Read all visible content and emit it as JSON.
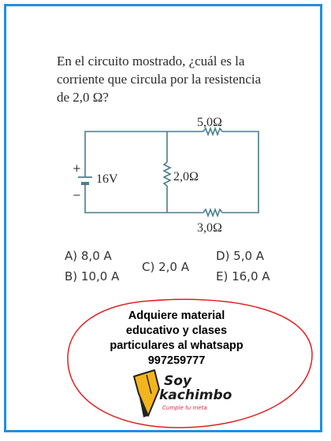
{
  "question": {
    "line1": "En el circuito mostrado, ¿cuál es la",
    "line2": "corriente que circula por la resistencia",
    "line3": "de 2,0 Ω?"
  },
  "circuit": {
    "r_top": "5,0Ω",
    "r_middle": "2,0Ω",
    "r_bottom": "3,0Ω",
    "battery": "16V",
    "plus": "+",
    "minus": "−"
  },
  "options": {
    "a": "A)  8,0 A",
    "b": "B)  10,0 A",
    "c": "C)  2,0 A",
    "d": "D)  5,0 A",
    "e": "E)  16,0 A"
  },
  "promo": {
    "line1": "Adquiere material",
    "line2": "educativo y clases",
    "line3": "particulares al whatsapp",
    "line4": "997259777"
  },
  "brand": {
    "soy": "Soy",
    "name": "kachimbo",
    "slogan": "Cumple tu meta"
  },
  "colors": {
    "frame": "#1f8fe6",
    "circuit": "#4a7d8c",
    "promo_border": "#e02020",
    "pencil": "#f2b51d",
    "slogan": "#e0264a"
  }
}
